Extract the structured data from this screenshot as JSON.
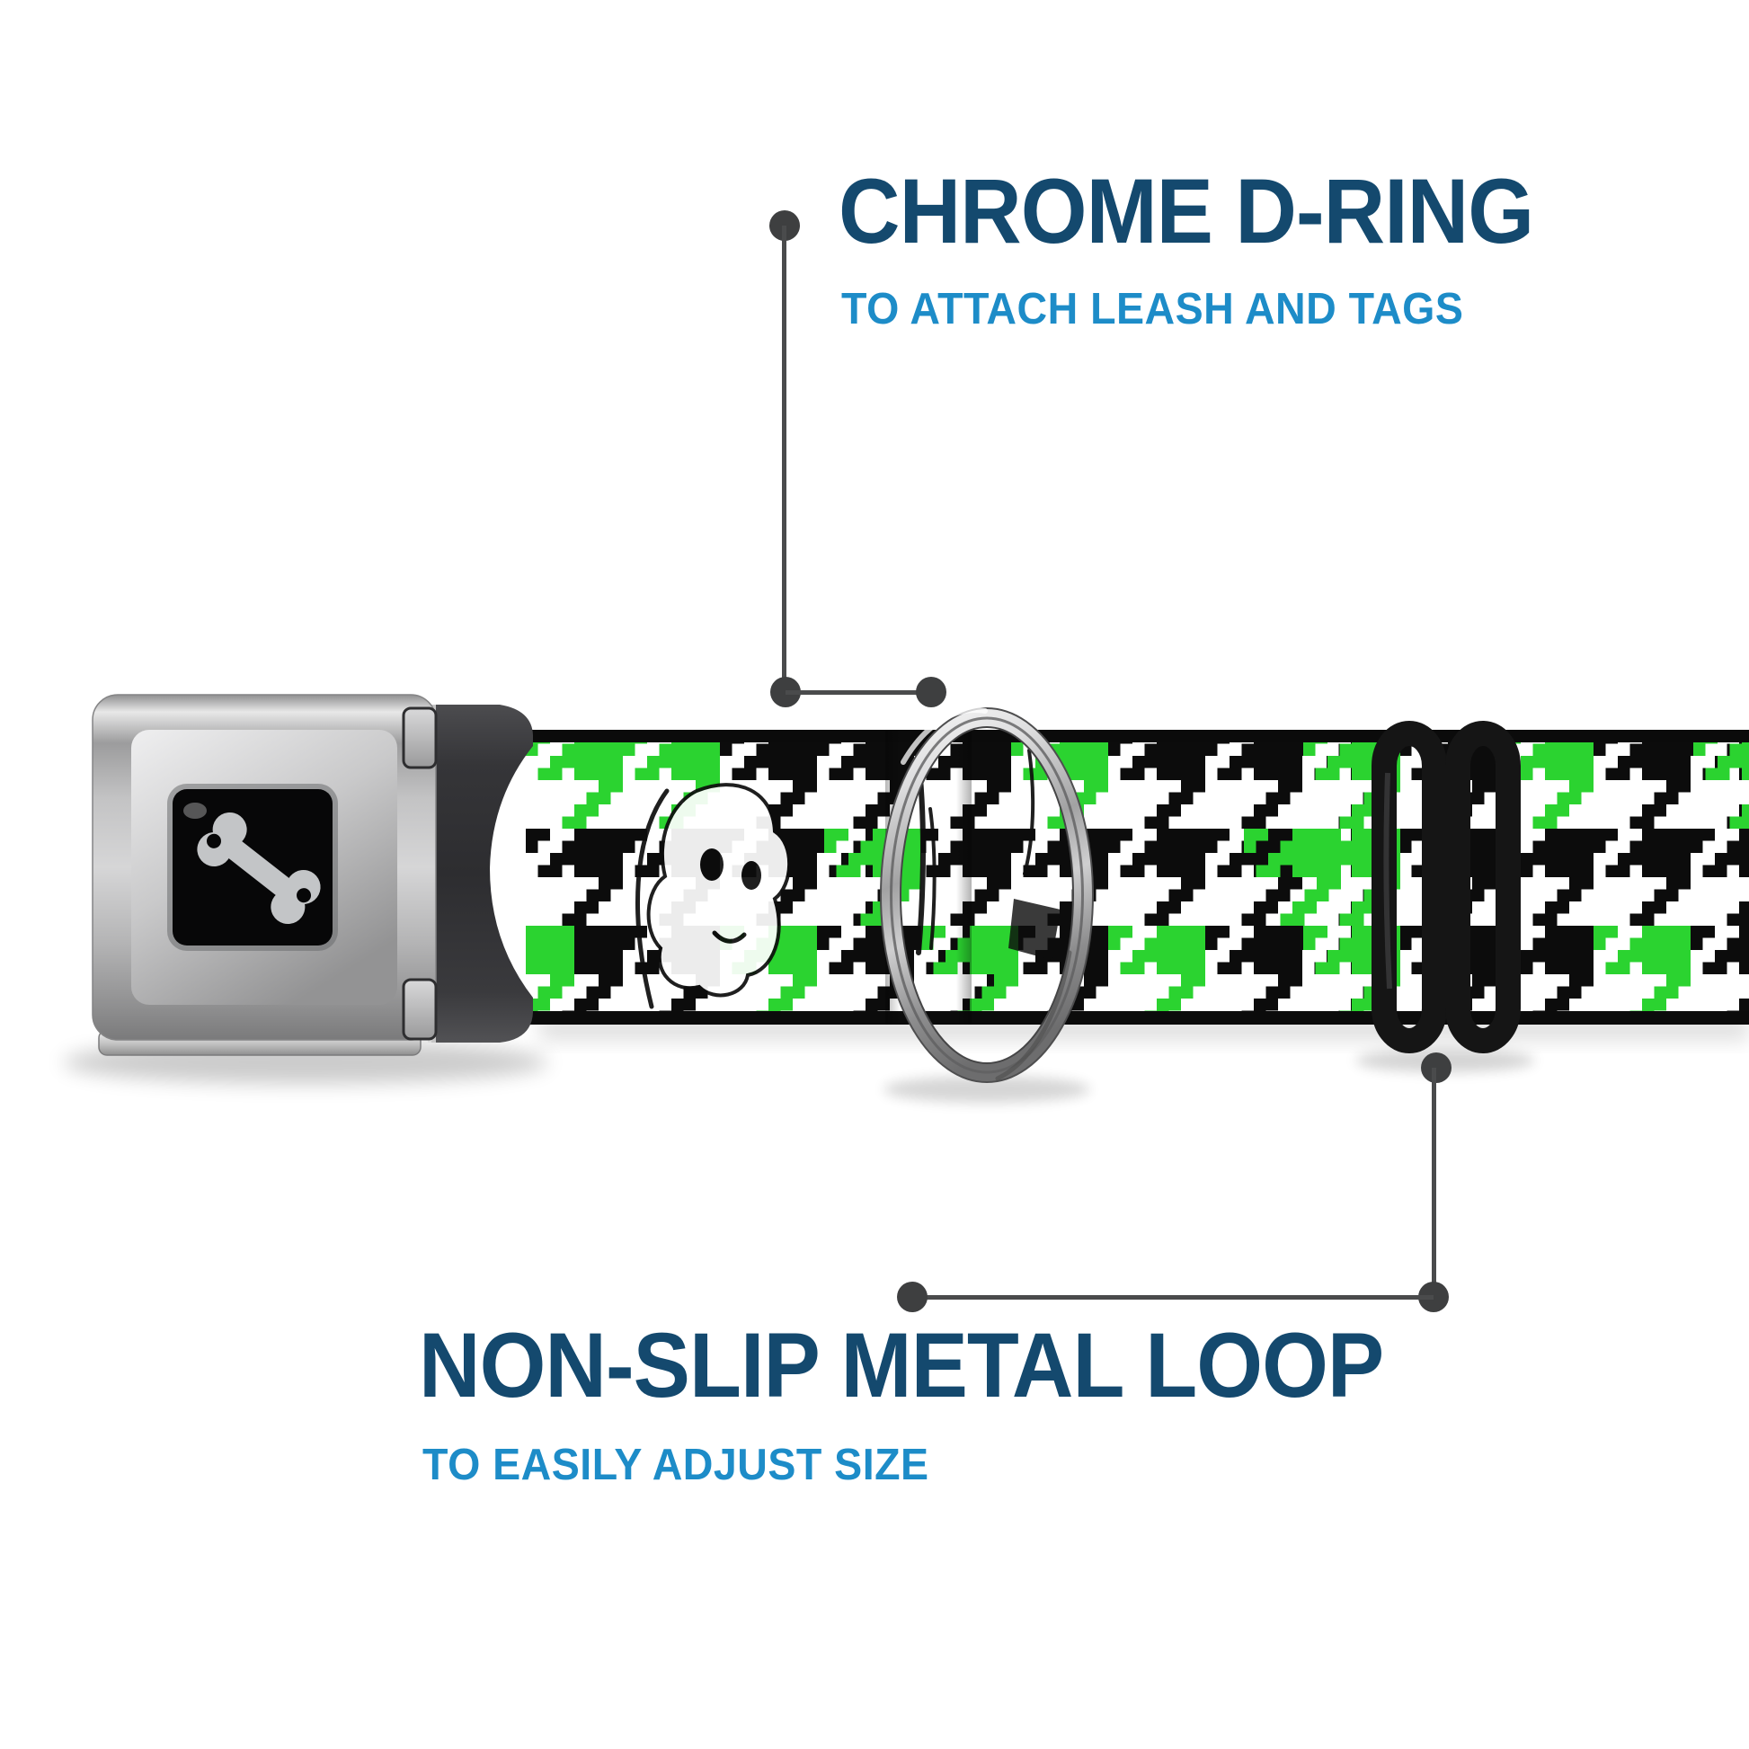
{
  "background": "#ffffff",
  "callouts": {
    "top": {
      "title": "CHROME D-RING",
      "subtitle": "TO ATTACH LEASH AND TAGS"
    },
    "bottom": {
      "title": "NON-SLIP METAL LOOP",
      "subtitle": "TO EASILY ADJUST SIZE"
    }
  },
  "styles": {
    "title_color": "#14496e",
    "subtitle_color": "#1d8cc8",
    "callout_dot_color": "#3e3f40",
    "callout_line_color": "#4a4b4c"
  },
  "product": {
    "buckle": "silver seatbelt buckle",
    "buckle_logo": "dog-bone",
    "strap_pattern": "houndstooth",
    "pattern_colors": {
      "black": "#0c0c0c",
      "white": "#ffffff",
      "green": "#2bd330"
    },
    "d_ring_finish": "chrome",
    "adjuster": "black metal loop"
  }
}
